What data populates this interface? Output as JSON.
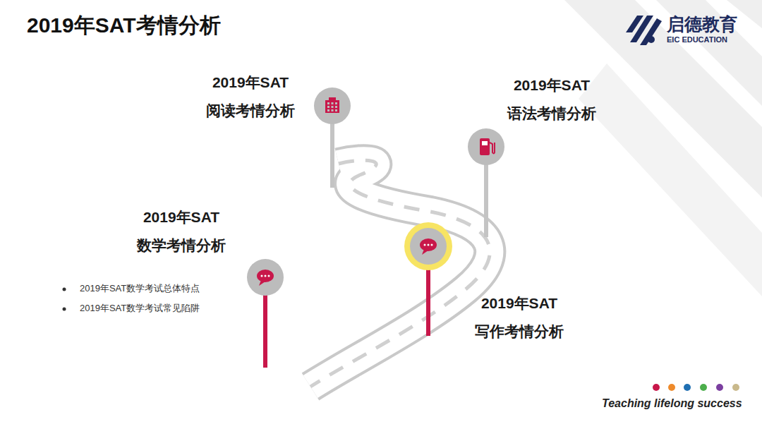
{
  "diagram": {
    "title": "2019年SAT考情分析",
    "nodes": [
      {
        "text": [
          "2019年SAT 阅读考情分析"
        ]
      },
      {
        "text": [
          "2019年SAT 语法考情分析"
        ]
      },
      {
        "text": [
          "2019年SAT 数学考情分析"
        ]
      },
      {
        "text": [
          "2019年SAT 写作考情分析"
        ]
      }
    ],
    "labels": [
      "启德教育",
      "EIC EDUCATION",
      "2019年SAT数学考试总体特点",
      "2019年SAT数学考试常见陷阱",
      "Teaching lifelong success"
    ]
  }
}
